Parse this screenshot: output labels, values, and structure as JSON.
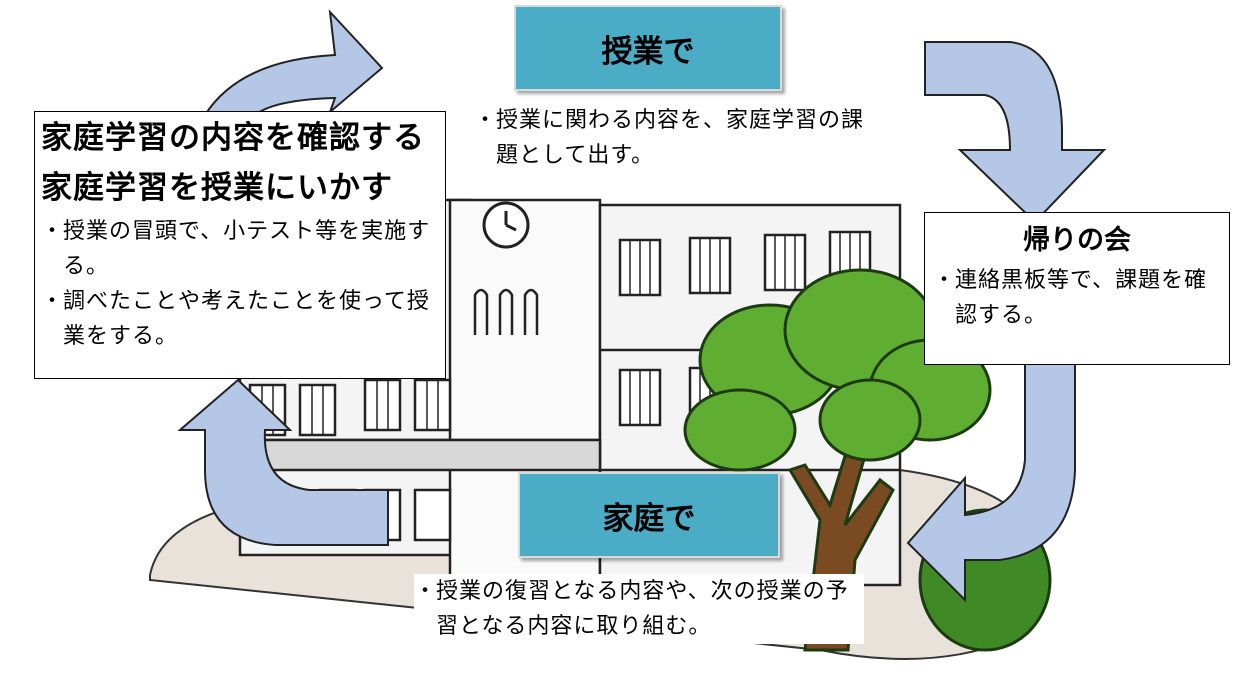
{
  "colors": {
    "header_fill": "#4bacc6",
    "arrow_fill": "#b4c7e7",
    "tree_green": "#5fae32",
    "ground": "#e8e2db"
  },
  "icons": [
    "school-building-illustration",
    "tree-illustration",
    "clock-icon",
    "cycle-arrow-icon"
  ],
  "class_section": {
    "title": "授業で",
    "bullets": [
      {
        "marker": "・",
        "text": "授業に関わる内容を、家庭学習の課題として出す。"
      }
    ]
  },
  "review_section": {
    "title_line1": "家庭学習の内容を確認する",
    "title_line2": "家庭学習を授業にいかす",
    "bullets": [
      {
        "marker": "・",
        "text": "授業の冒頭で、小テスト等を実施する。"
      },
      {
        "marker": "・",
        "text": "調べたことや考えたことを使って授業をする。"
      }
    ]
  },
  "homeroom_section": {
    "title": "帰りの会",
    "bullets": [
      {
        "marker": "・",
        "text": "連絡黒板等で、課題を確認する。"
      }
    ]
  },
  "home_section": {
    "title": "家庭で",
    "bullets": [
      {
        "marker": "・",
        "text": "授業の復習となる内容や、次の授業の予習となる内容に取り組む。"
      }
    ]
  }
}
